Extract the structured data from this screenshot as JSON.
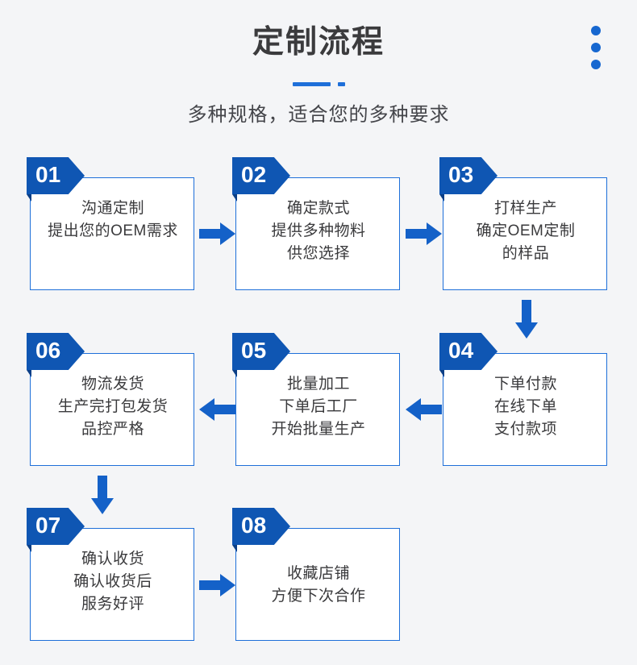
{
  "header": {
    "title": "定制流程",
    "subtitle": "多种规格，适合您的多种要求",
    "menu_icon": "three-dots-icon",
    "accent_color": "#1e6fd9",
    "title_color": "#3b3b3d"
  },
  "colors": {
    "badge_blue": "#0f56b3",
    "arrow_blue": "#1461c8",
    "card_border": "#1e6fd9",
    "background": "#f4f5f7",
    "card_background": "#ffffff"
  },
  "steps": [
    {
      "number": "01",
      "lines": [
        "沟通定制",
        "提出您的OEM需求"
      ]
    },
    {
      "number": "02",
      "lines": [
        "确定款式",
        "提供多种物料",
        "供您选择"
      ]
    },
    {
      "number": "03",
      "lines": [
        "打样生产",
        "确定OEM定制",
        "的样品"
      ]
    },
    {
      "number": "04",
      "lines": [
        "下单付款",
        "在线下单",
        "支付款项"
      ]
    },
    {
      "number": "05",
      "lines": [
        "批量加工",
        "下单后工厂",
        "开始批量生产"
      ]
    },
    {
      "number": "06",
      "lines": [
        "物流发货",
        "生产完打包发货",
        "品控严格"
      ]
    },
    {
      "number": "07",
      "lines": [
        "确认收货",
        "确认收货后",
        "服务好评"
      ]
    },
    {
      "number": "08",
      "lines": [
        "收藏店铺",
        "方便下次合作"
      ]
    }
  ],
  "connectors": [
    {
      "name": "arrow-01-02",
      "direction": "right"
    },
    {
      "name": "arrow-02-03",
      "direction": "right"
    },
    {
      "name": "arrow-03-04",
      "direction": "down"
    },
    {
      "name": "arrow-04-05",
      "direction": "left"
    },
    {
      "name": "arrow-05-06",
      "direction": "left"
    },
    {
      "name": "arrow-06-07",
      "direction": "down"
    },
    {
      "name": "arrow-07-08",
      "direction": "right"
    }
  ]
}
